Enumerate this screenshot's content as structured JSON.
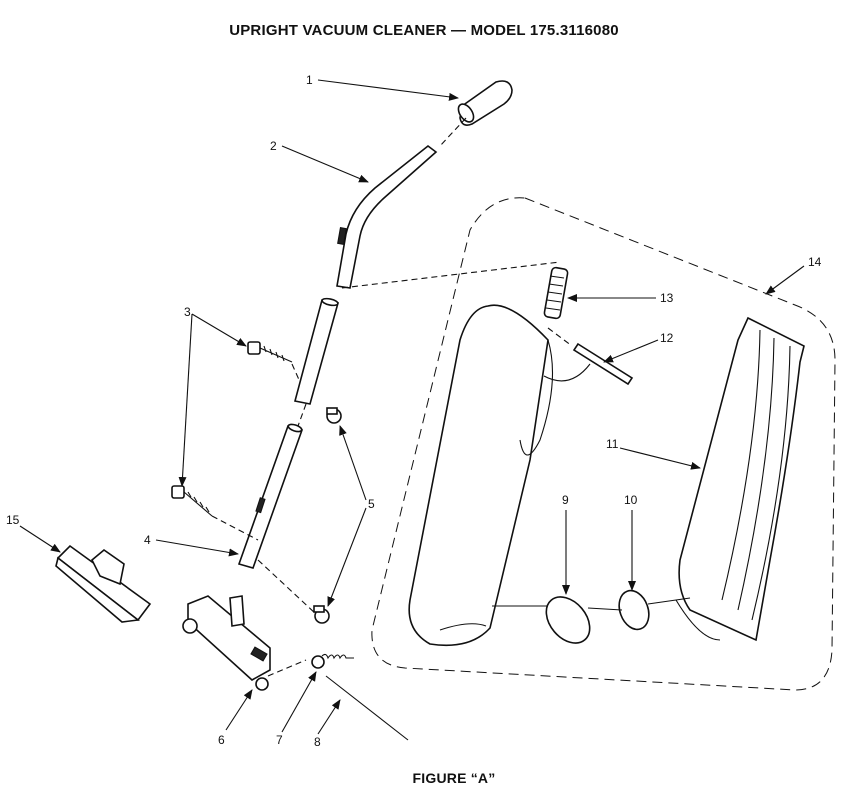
{
  "title": "UPRIGHT VACUUM CLEANER — MODEL 175.3116080",
  "figure_label": "FIGURE “A”",
  "callouts": [
    "1",
    "2",
    "3",
    "4",
    "5",
    "6",
    "7",
    "8",
    "9",
    "10",
    "11",
    "12",
    "13",
    "14",
    "15"
  ],
  "icons": {
    "arrowhead": "callout-arrow-icon"
  }
}
